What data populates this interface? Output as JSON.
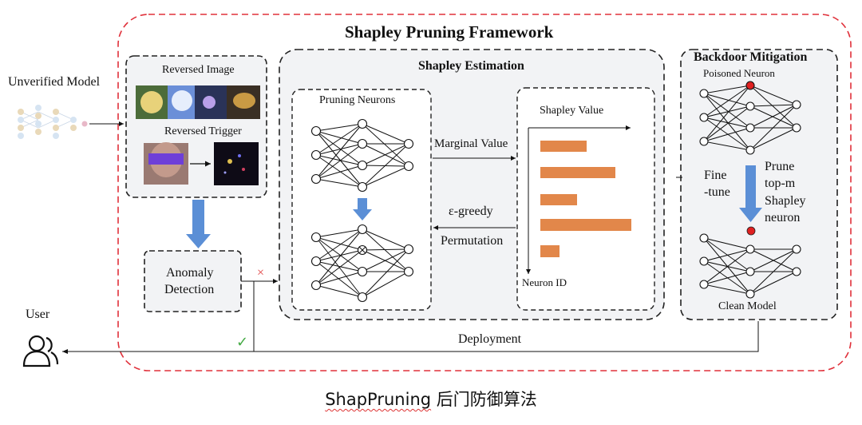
{
  "framework": {
    "title": "Shapley Pruning Framework",
    "unverified_model_label": "Unverified Model",
    "user_label": "User",
    "deployment_label": "Deployment",
    "reject_mark": "×",
    "accept_mark": "✓"
  },
  "reverse_panel": {
    "reversed_image_label": "Reversed Image",
    "reversed_trigger_label": "Reversed Trigger"
  },
  "anomaly": {
    "line1": "Anomaly",
    "line2": "Detection"
  },
  "estimation": {
    "title": "Shapley Estimation",
    "pruning_neurons_label": "Pruning Neurons",
    "marginal_value_label": "Marginal Value",
    "egreedy_label": "ε-greedy",
    "permutation_label": "Permutation",
    "shapley_value_label": "Shapley Value",
    "neuron_id_label": "Neuron ID"
  },
  "mitigation": {
    "title": "Backdoor Mitigation",
    "poisoned_neuron_label": "Poisoned Neuron",
    "finetune_line1": "Fine",
    "finetune_line2": "-tune",
    "prune_line1": "Prune",
    "prune_line2": "top-m",
    "prune_line3": "Shapley",
    "prune_line4": "neuron",
    "clean_model_label": "Clean Model"
  },
  "caption": {
    "latin": "ShapPruning",
    "chinese": " 后门防御算法"
  },
  "colors": {
    "outer_dash": "#e0303a",
    "bar": "#e2874a",
    "block_arrow": "#5b8fd6",
    "poisoned": "#e02020",
    "reject": "#e04040",
    "accept": "#44aa44",
    "panel_fill": "#f2f3f5"
  },
  "icons": [
    "user-icon",
    "neural-network-icon",
    "down-arrow-icon",
    "pruned-node-icon"
  ]
}
